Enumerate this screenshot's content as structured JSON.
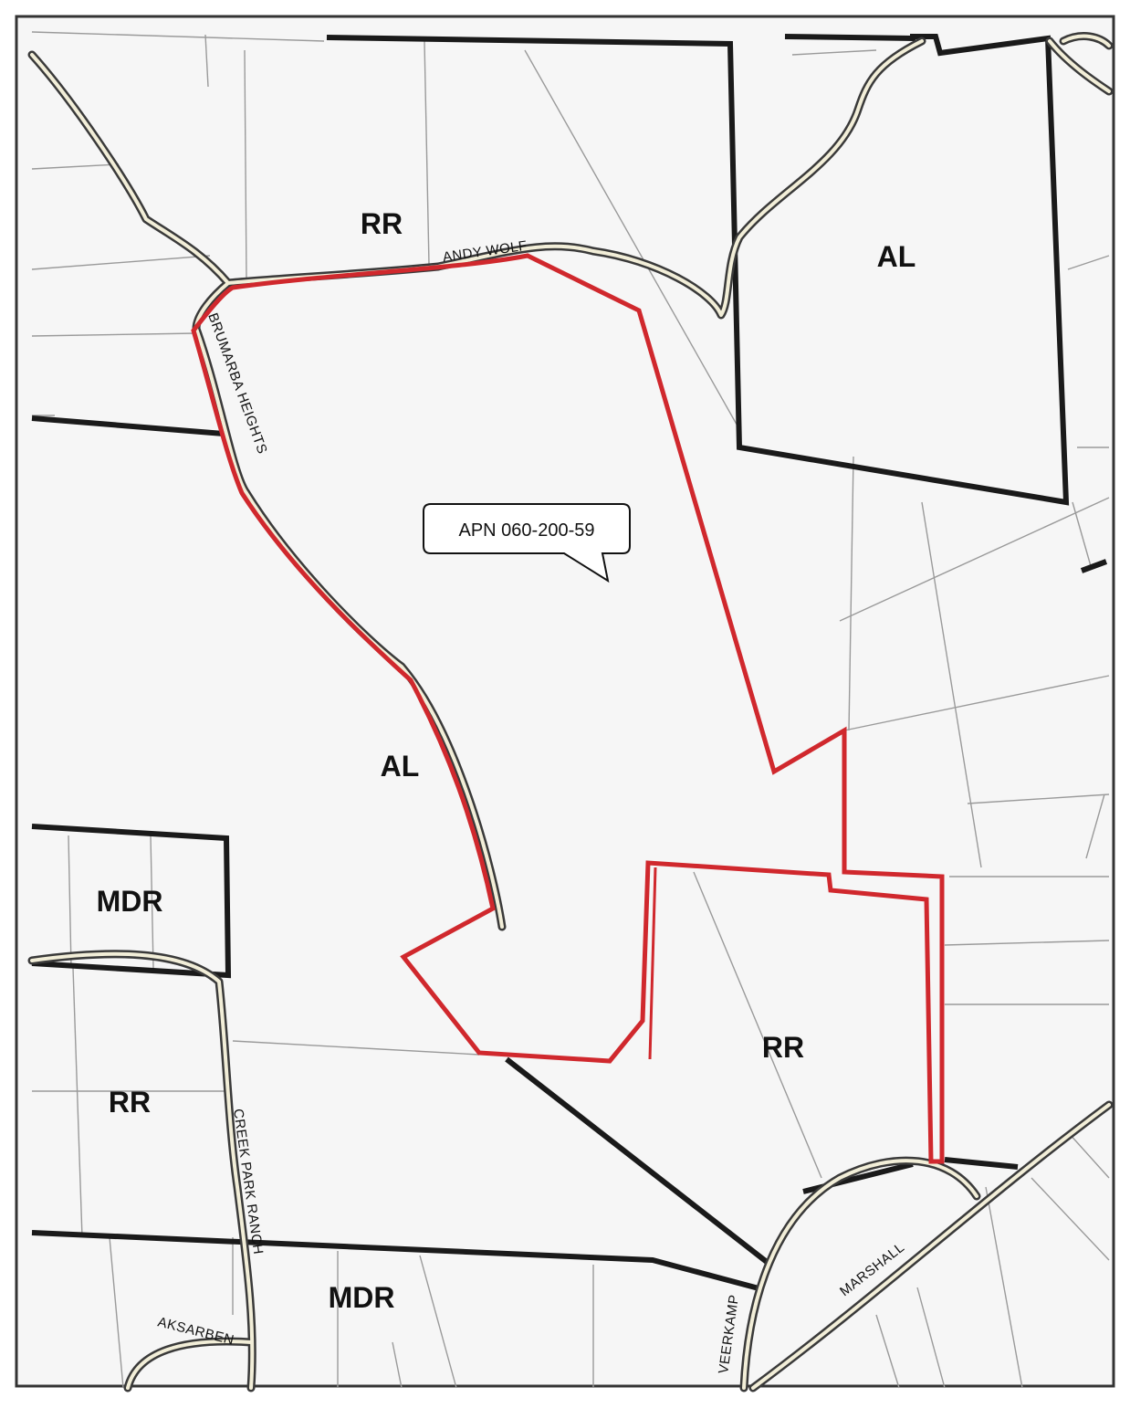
{
  "zones": {
    "rr_north": "RR",
    "al_northeast": "AL",
    "al_center": "AL",
    "mdr_west": "MDR",
    "rr_west": "RR",
    "rr_southeast": "RR",
    "mdr_south": "MDR"
  },
  "roads": {
    "andy_wolf": "ANDY WOLF",
    "brumarba_heights": "BRUMARBA HEIGHTS",
    "creek_park_ranch": "CREEK PARK RANCH",
    "aksarben": "AKSARBEN",
    "veerkamp": "VEERKAMP",
    "marshall": "MARSHALL"
  },
  "callout": {
    "apn": "APN 060-200-59"
  },
  "colors": {
    "parcel_outline": "#d0282d",
    "zone_boundary": "#1a1a1a",
    "parcel_lines": "#9a9a9a",
    "road_fill": "#f2eed8",
    "background": "#f6f6f6"
  }
}
